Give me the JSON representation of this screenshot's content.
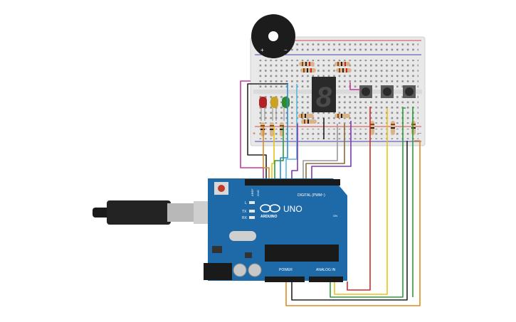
{
  "board": {
    "brand": "ARDUINO",
    "model": "UNO",
    "digital_header_label": "DIGITAL (PWM~)",
    "power_label": "POWER",
    "analog_label": "ANALOG IN",
    "led_l": "L",
    "led_tx": "TX",
    "led_rx": "RX",
    "on_label": "ON",
    "aref_label": "AREF",
    "gnd_label": "GND"
  },
  "seven_segment": {
    "digit": "8"
  },
  "breadboard": {
    "plus_sign": "+",
    "minus_sign": "−"
  },
  "buzzer": {
    "plus_sign": "+",
    "minus_sign": "−"
  },
  "colors": {
    "board_blue": "#1e6aa8",
    "wire_magenta": "#c23a9a",
    "wire_black": "#222222",
    "wire_orange": "#e08a1e",
    "wire_yellow": "#e8c21a",
    "wire_green": "#2e9a3a",
    "wire_blue": "#2a8fd0",
    "wire_red": "#d02a2a",
    "wire_purple": "#7a3ab0",
    "wire_brown": "#8a6a3a",
    "led_red": "#b22222",
    "led_yellow": "#c9a227",
    "led_green": "#2e8b2e"
  }
}
